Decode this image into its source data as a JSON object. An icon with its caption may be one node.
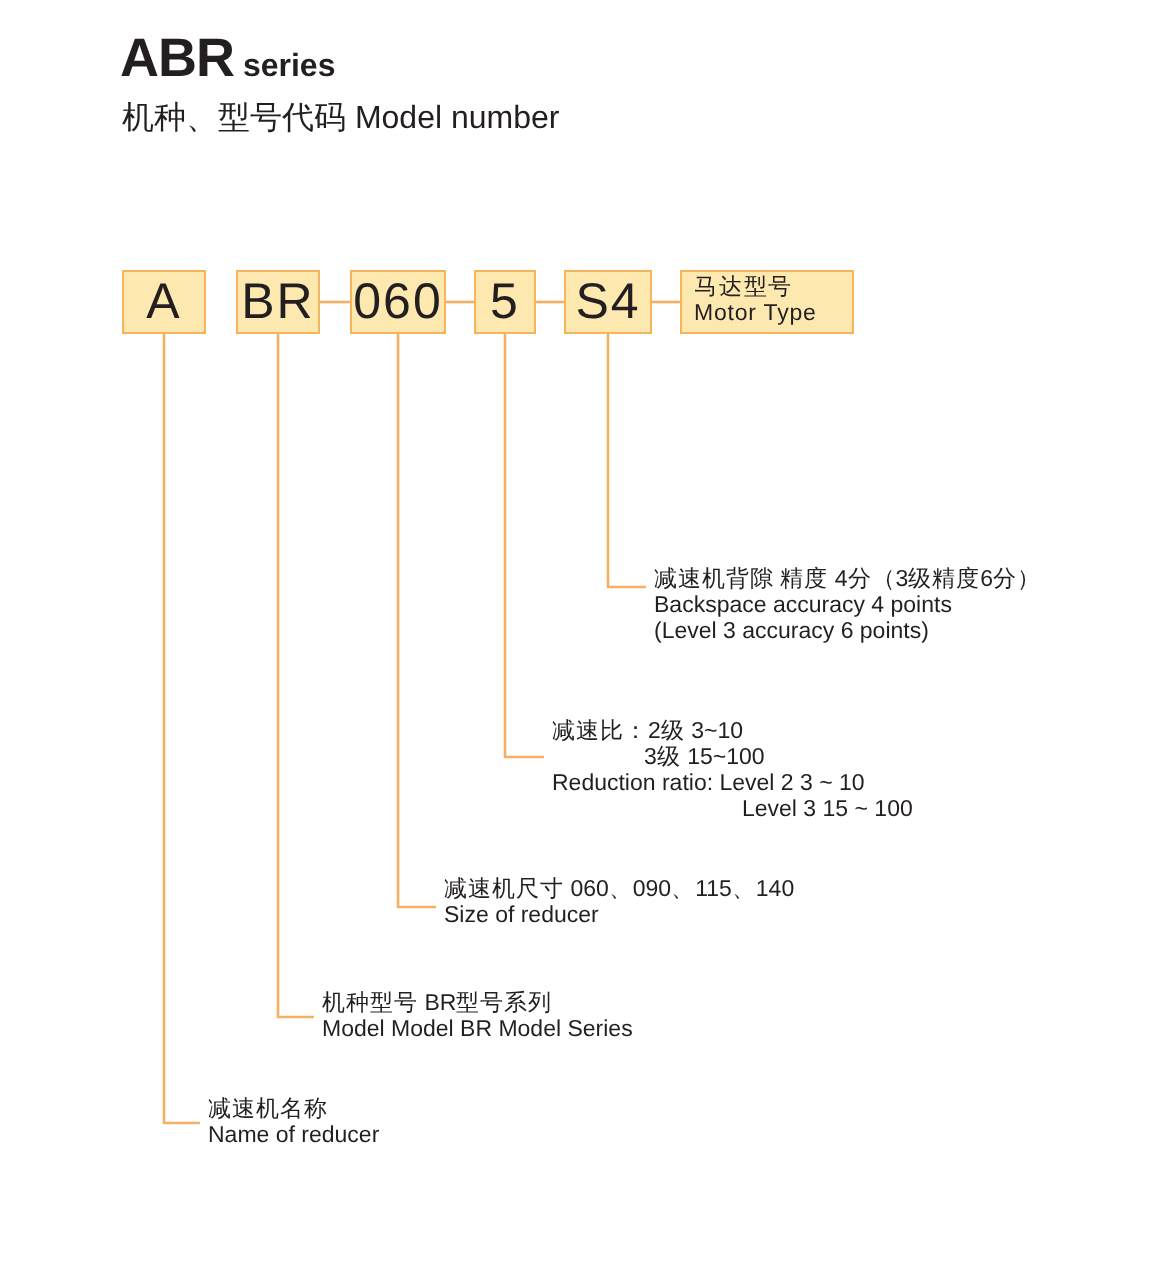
{
  "diagram": {
    "title": "ABR series",
    "nodes": [
      {
        "text": [
          "A"
        ]
      },
      {
        "text": [
          "BR"
        ]
      },
      {
        "text": [
          "060"
        ]
      },
      {
        "text": [
          "5"
        ]
      },
      {
        "text": [
          "S4"
        ]
      },
      {
        "text": [
          "马达型号",
          "Motor Type"
        ]
      },
      {
        "text": [
          "减速机背隙 精度 4分（3级精度6分）",
          "Backspace accuracy 4 points (Level 3 accuracy 6 points)"
        ]
      },
      {
        "text": [
          "减速比：2级 3~10",
          "3级 15~100",
          "Reduction ratio: Level 2 3 ~ 10",
          "Level 3 15 ~ 100"
        ]
      },
      {
        "text": [
          "减速机尺寸 060、090、115、140",
          "Size of reducer"
        ]
      },
      {
        "text": [
          "机种型号 BR型号系列",
          "Model Model BR Model Series"
        ]
      },
      {
        "text": [
          "减速机名称",
          "Name of reducer"
        ]
      }
    ],
    "edges": [
      {
        "from": 1,
        "to": 2,
        "arrow": "none"
      },
      {
        "from": 2,
        "to": 3,
        "arrow": "none"
      },
      {
        "from": 3,
        "to": 4,
        "arrow": "none"
      },
      {
        "from": 4,
        "to": 5,
        "arrow": "none"
      },
      {
        "from": 6,
        "to": 4,
        "arrow": "none"
      },
      {
        "from": 7,
        "to": 3,
        "arrow": "none"
      },
      {
        "from": 8,
        "to": 2,
        "arrow": "none"
      },
      {
        "from": 9,
        "to": 1,
        "arrow": "none"
      },
      {
        "from": 10,
        "to": 0,
        "arrow": "none"
      }
    ],
    "labels": [
      "机种、型号代码 Model number"
    ]
  }
}
